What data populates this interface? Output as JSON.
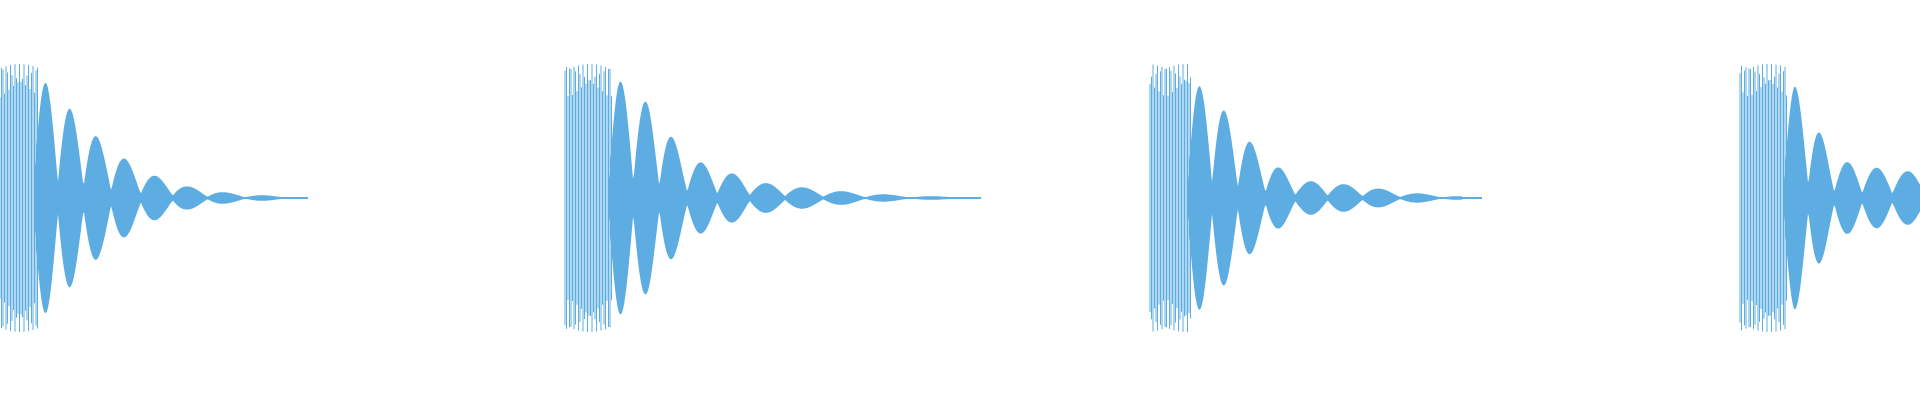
{
  "waveform": {
    "color": "#5dade2",
    "background": "#ffffff",
    "hits": [
      {
        "lobes": [
          {
            "t": 0.0,
            "a": 1.0
          },
          {
            "t": 0.015,
            "a": 0.97
          },
          {
            "t": 0.04,
            "a": 0.85
          },
          {
            "t": 0.065,
            "a": 0.6
          },
          {
            "t": 0.085,
            "a": 0.42
          },
          {
            "t": 0.103,
            "a": 0.3
          },
          {
            "t": 0.12,
            "a": 0.2
          },
          {
            "t": 0.137,
            "a": 0.14
          },
          {
            "t": 0.155,
            "a": 0.09
          },
          {
            "t": 0.172,
            "a": 0.06
          },
          {
            "t": 0.19,
            "a": 0.04
          },
          {
            "t": 0.21,
            "a": 0.025
          },
          {
            "t": 0.24,
            "a": 0.012
          }
        ]
      },
      {
        "lobes": [
          {
            "t": 0.0,
            "a": 1.0
          },
          {
            "t": 0.02,
            "a": 0.98
          },
          {
            "t": 0.045,
            "a": 0.88
          },
          {
            "t": 0.07,
            "a": 0.7
          },
          {
            "t": 0.1,
            "a": 0.32
          },
          {
            "t": 0.125,
            "a": 0.22
          },
          {
            "t": 0.145,
            "a": 0.17
          },
          {
            "t": 0.16,
            "a": 0.12
          },
          {
            "t": 0.178,
            "a": 0.1
          },
          {
            "t": 0.198,
            "a": 0.08
          },
          {
            "t": 0.22,
            "a": 0.06
          },
          {
            "t": 0.245,
            "a": 0.04
          },
          {
            "t": 0.28,
            "a": 0.02
          },
          {
            "t": 0.33,
            "a": 0.008
          }
        ]
      },
      {
        "lobes": [
          {
            "t": 0.0,
            "a": 1.0
          },
          {
            "t": 0.02,
            "a": 0.97
          },
          {
            "t": 0.05,
            "a": 0.78
          },
          {
            "t": 0.095,
            "a": 0.3
          },
          {
            "t": 0.125,
            "a": 0.13
          },
          {
            "t": 0.145,
            "a": 0.12
          },
          {
            "t": 0.165,
            "a": 0.1
          },
          {
            "t": 0.185,
            "a": 0.08
          },
          {
            "t": 0.205,
            "a": 0.05
          },
          {
            "t": 0.23,
            "a": 0.03
          },
          {
            "t": 0.26,
            "a": 0.012
          }
        ]
      },
      {
        "lobes": [
          {
            "t": 0.0,
            "a": 1.0
          },
          {
            "t": 0.012,
            "a": 0.97
          },
          {
            "t": 0.045,
            "a": 0.85
          },
          {
            "t": 0.078,
            "a": 0.3
          },
          {
            "t": 0.1,
            "a": 0.24
          },
          {
            "t": 0.12,
            "a": 0.22
          },
          {
            "t": 0.14,
            "a": 0.2
          },
          {
            "t": 0.16,
            "a": 0.18
          }
        ]
      }
    ]
  }
}
